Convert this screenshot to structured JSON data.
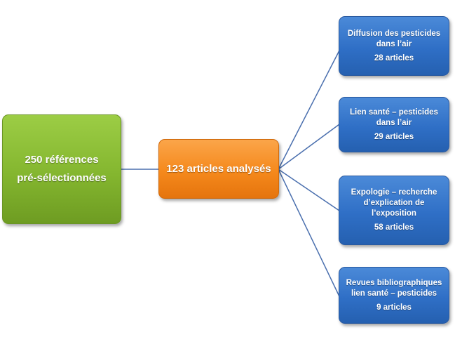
{
  "root": {
    "line1": "250 références",
    "line2": "pré-sélectionnées",
    "color": "#8cc03a"
  },
  "middle": {
    "label": "123 articles analysés",
    "color": "#f5891c"
  },
  "leaves": [
    {
      "lines": [
        "Diffusion des pesticides",
        "dans l’air"
      ],
      "count": "28 articles"
    },
    {
      "lines": [
        "Lien santé – pesticides",
        "dans l’air"
      ],
      "count": "29 articles"
    },
    {
      "lines": [
        "Expologie – recherche",
        "d’explication de",
        "l’exposition"
      ],
      "count": "58 articles"
    },
    {
      "lines": [
        "Revues bibliographiques",
        "lien santé – pesticides"
      ],
      "count": "9 articles"
    }
  ],
  "leaf_color": "#2f6fc6",
  "line_color": "#4a6fae"
}
